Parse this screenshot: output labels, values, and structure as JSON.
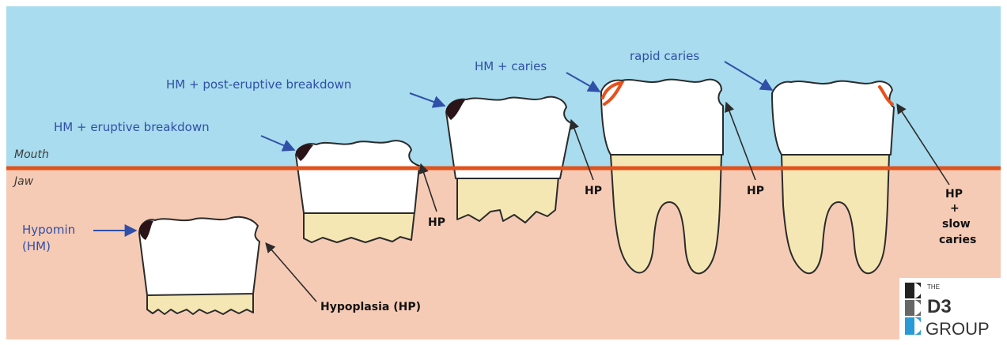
{
  "zones": {
    "mouth": "Mouth",
    "jaw": "Jaw"
  },
  "labels": {
    "hypomin_line1": "Hypomin",
    "hypomin_line2": "(HM)",
    "hypoplasia": "Hypoplasia (HP)",
    "hm_eruptive": "HM + eruptive breakdown",
    "hm_post_eruptive": "HM + post-eruptive breakdown",
    "hm_caries": "HM + caries",
    "rapid_caries": "rapid caries",
    "hp_1": "HP",
    "hp_2": "HP",
    "hp_3": "HP",
    "hp_4_line1": "HP",
    "hp_4_line2": "+",
    "hp_4_line3": "slow",
    "hp_4_line4": "caries"
  },
  "logo": {
    "the": "THE",
    "d3": "D3",
    "group": "GROUP"
  },
  "colors": {
    "mouth": "#a8dcee",
    "jaw": "#f6cbb5",
    "gumline": "#e2521c",
    "label_blue": "#2f4fa8",
    "enamel": "#ffffff",
    "root": "#f5e7b3",
    "defect_hm": "#2b1418",
    "defect_caries": "#e8501a"
  }
}
